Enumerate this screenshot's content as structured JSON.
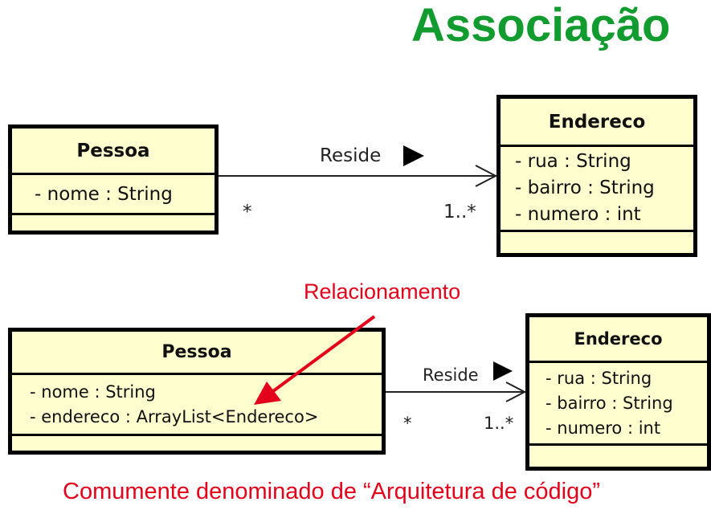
{
  "title": "Associação",
  "top": {
    "pessoa": {
      "name": "Pessoa",
      "attributes": [
        "- nome : String"
      ]
    },
    "endereco": {
      "name": "Endereco",
      "attributes": [
        "- rua : String",
        "- bairro : String",
        "- numero : int"
      ]
    },
    "association": {
      "label": "Reside",
      "source_multiplicity": "*",
      "target_multiplicity": "1..*"
    }
  },
  "annotation": "Relacionamento",
  "bottom": {
    "pessoa": {
      "name": "Pessoa",
      "attributes": [
        "- nome : String",
        "- endereco : ArrayList<Endereco>"
      ]
    },
    "endereco": {
      "name": "Endereco",
      "attributes": [
        "- rua : String",
        "- bairro : String",
        "- numero : int"
      ]
    },
    "association": {
      "label": "Reside",
      "source_multiplicity": "*",
      "target_multiplicity": "1..*"
    }
  },
  "footer": "Comumente denominado de “Arquitetura de código”",
  "colors": {
    "title": "#129c2f",
    "annotation": "#e3001b",
    "class_fill": "#fefecf"
  }
}
